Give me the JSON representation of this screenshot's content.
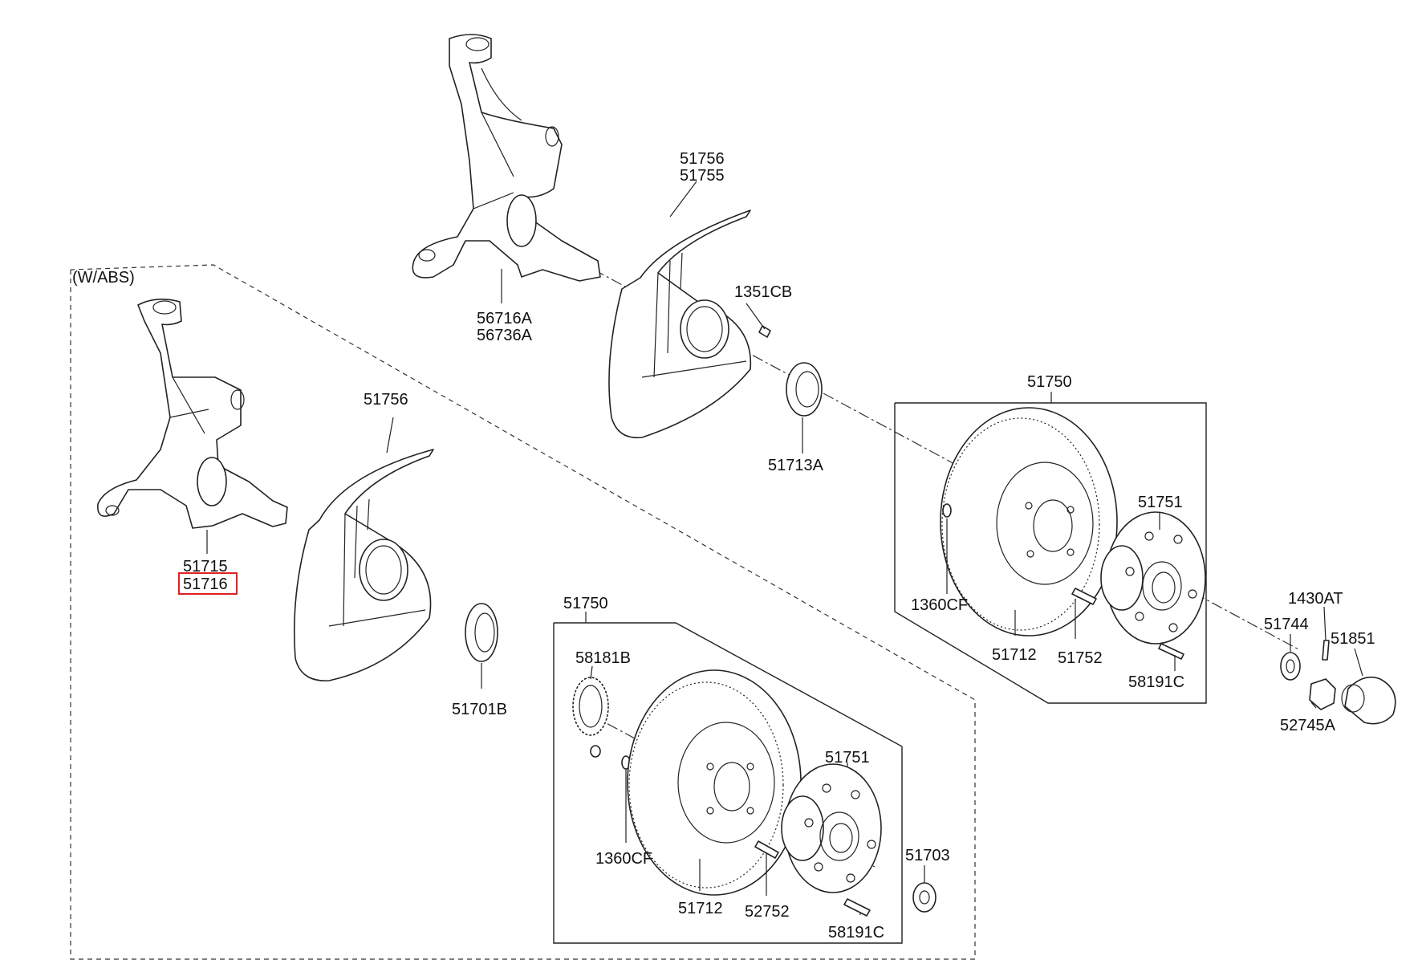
{
  "labels": {
    "group": "(W/ABS)",
    "k_a": "56716A",
    "k_b": "56736A",
    "s_top_1": "51756",
    "s_top_2": "51755",
    "bolt_top": "1351CB",
    "seal_top": "51713A",
    "box_top": "51750",
    "hub_top": "51751",
    "nut_top": "1360CF",
    "rotor_top": "51712",
    "stud_top": "51752",
    "bolt2_top": "58191C",
    "pin": "1430AT",
    "washer": "51744",
    "cap": "51851",
    "castle": "52745A",
    "k2_a": "51715",
    "k2_b": "51716",
    "s_left": "51756",
    "seal_left": "51701B",
    "box_bot": "51750",
    "tone": "58181B",
    "hub_bot": "51751",
    "nut_bot": "1360CF",
    "rotor_bot": "51712",
    "stud_bot": "52752",
    "bolt2_bot": "58191C",
    "washer_bot": "51703"
  },
  "highlight": "51716"
}
